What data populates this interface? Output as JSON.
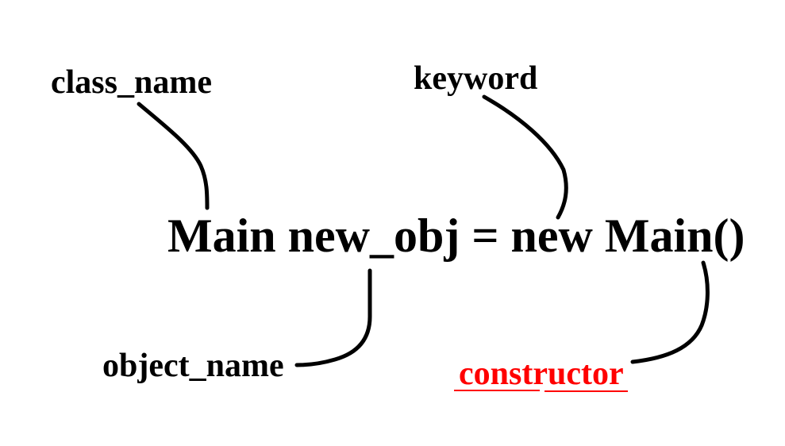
{
  "diagram": {
    "background_color": "#ffffff",
    "ink_color": "#000000",
    "accent_color": "#ff0000",
    "code": "Main new_obj = new Main()",
    "labels": {
      "class_name": "class_name",
      "keyword": "keyword",
      "object_name": "object_name",
      "constructor": "constructor"
    },
    "connectors": [
      {
        "name": "class-name-connector",
        "from": "class_name label",
        "to": "Main (class type)"
      },
      {
        "name": "keyword-connector",
        "from": "keyword label",
        "to": "new keyword"
      },
      {
        "name": "object-name-connector",
        "from": "new_obj identifier",
        "to": "object_name label"
      },
      {
        "name": "constructor-connector",
        "from": "Main() call",
        "to": "constructor label"
      }
    ]
  }
}
